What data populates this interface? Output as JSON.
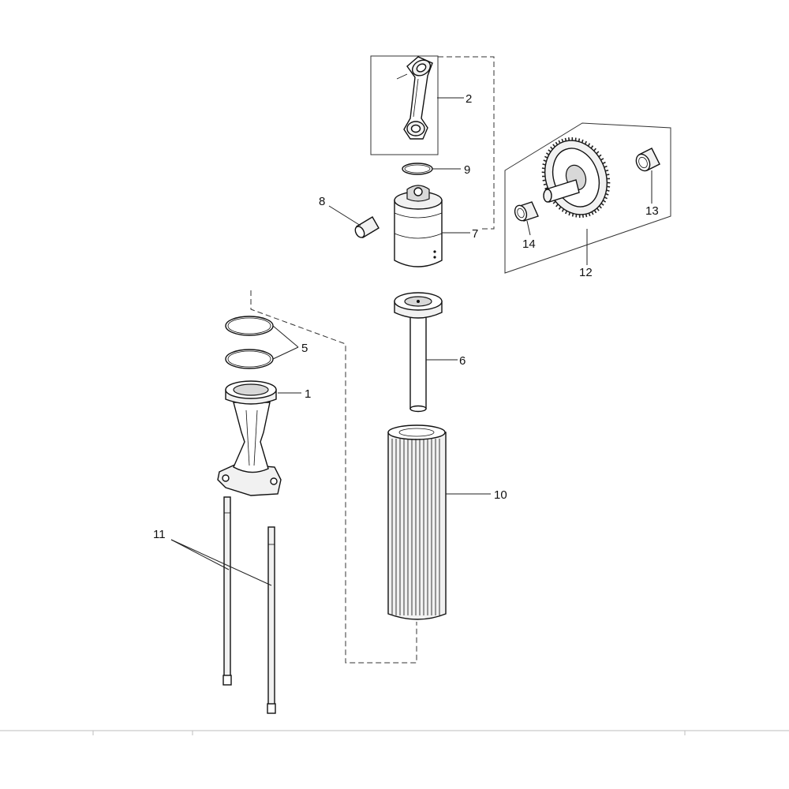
{
  "diagram": {
    "callouts": {
      "c1": "1",
      "c2": "2",
      "c5": "5",
      "c6": "6",
      "c7": "7",
      "c8": "8",
      "c9": "9",
      "c10": "10",
      "c11": "11",
      "c12": "12",
      "c13": "13",
      "c14": "14"
    }
  }
}
